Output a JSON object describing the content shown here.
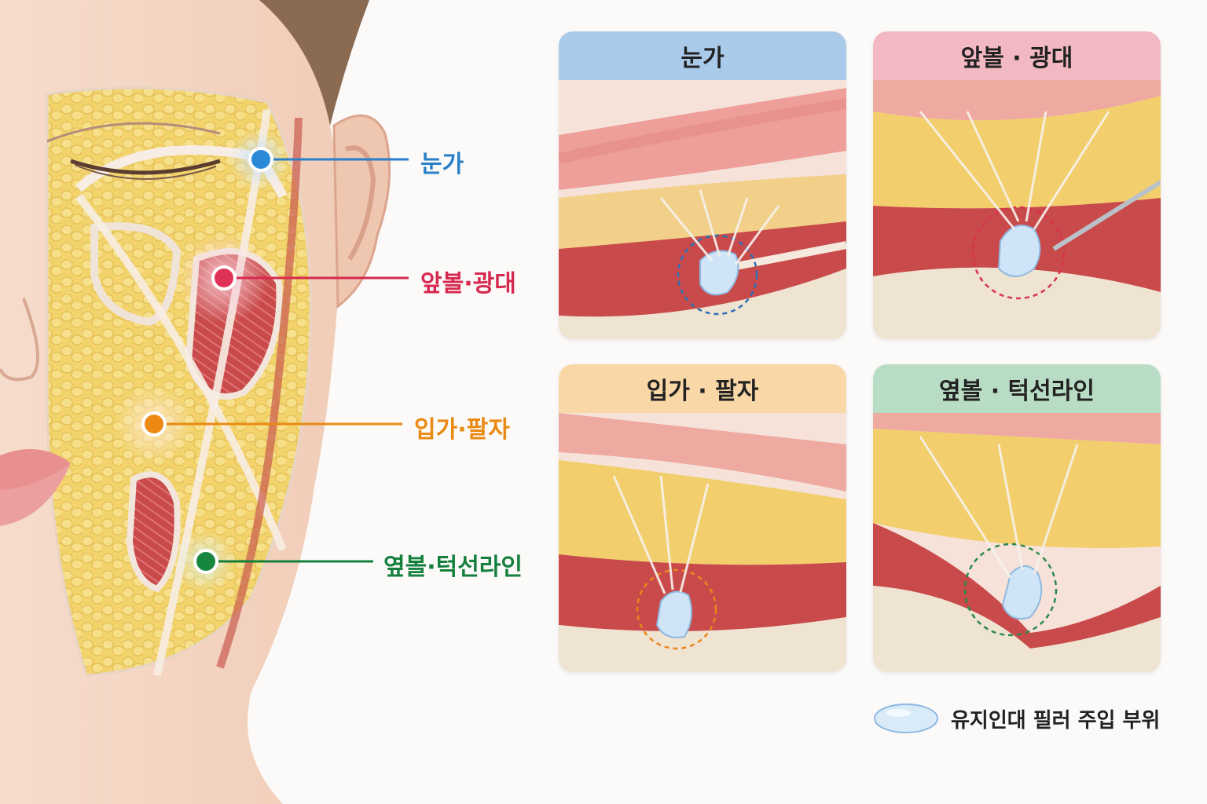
{
  "callouts": {
    "eye": {
      "label": "눈가",
      "color": "#2a7fc9"
    },
    "cheek_front": {
      "label": "앞볼·광대",
      "color": "#d6294f"
    },
    "mouth": {
      "label": "입가·팔자",
      "color": "#e98a12"
    },
    "jaw": {
      "label": "옆볼·턱선라인",
      "color": "#15803d"
    }
  },
  "panels": [
    {
      "title": "눈가",
      "header_color": "#a9cbe9",
      "ring_color": "#2f6fb3"
    },
    {
      "title": "앞볼 · 광대",
      "header_color": "#f3b9c2",
      "ring_color": "#d8324d"
    },
    {
      "title": "입가 · 팔자",
      "header_color": "#f9d7a6",
      "ring_color": "#e8881a"
    },
    {
      "title": "옆볼 · 턱선라인",
      "header_color": "#b8dcc4",
      "ring_color": "#2b8a4b"
    }
  ],
  "legend": {
    "label": "유지인대 필러 주입 부위"
  }
}
